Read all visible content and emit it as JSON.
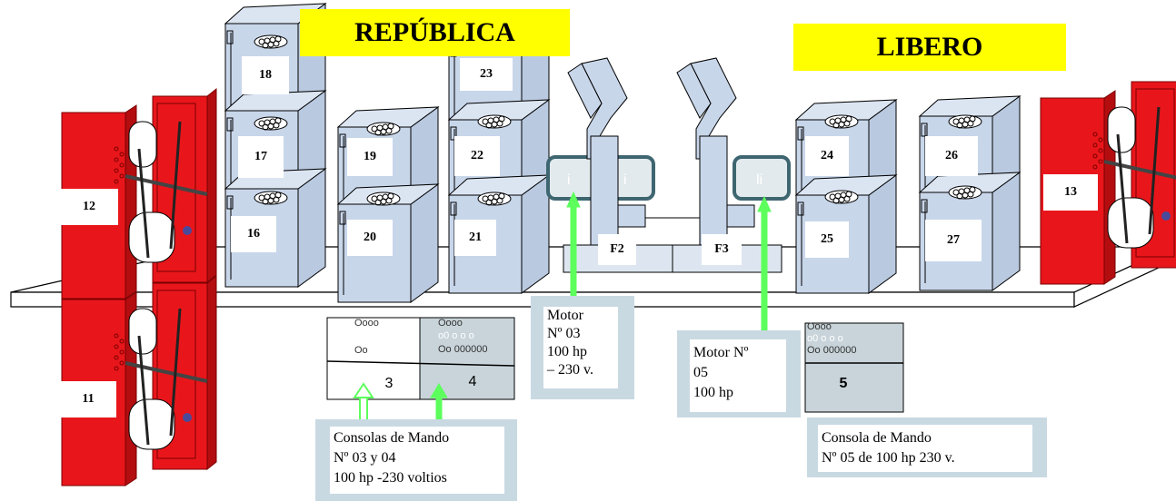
{
  "banners": {
    "left": "REPÚBLICA",
    "right": "LIBERO"
  },
  "units": [
    "11",
    "12",
    "13",
    "16",
    "17",
    "18",
    "19",
    "20",
    "21",
    "22",
    "23",
    "24",
    "25",
    "26",
    "27"
  ],
  "frames": {
    "f2": "F2",
    "f3": "F3"
  },
  "indicators": {
    "i1": "i",
    "i2": "i",
    "i3": "li"
  },
  "consoles": {
    "c3": {
      "num": "3",
      "top": "Oooo",
      "bottom": "Oo"
    },
    "c4": {
      "num": "4",
      "top": "Oooo",
      "mid": "o0  o  o  o",
      "bottom": "Oo  000000"
    },
    "c5": {
      "num": "5",
      "top": "Oooo",
      "mid": "o0  o  o  o",
      "bottom": "Oo  000000"
    }
  },
  "notes": {
    "motor03": [
      "Motor",
      "Nº  03",
      "100 hp",
      "– 230 v."
    ],
    "motor05": [
      "Motor Nº",
      "05",
      "100 hp"
    ],
    "consolas34": [
      "Consolas de Mando",
      "Nº 03  y 04",
      "100 hp -230 voltios"
    ],
    "consola5": [
      "Consola de Mando",
      "Nº 05 de 100 hp 230 v."
    ]
  },
  "colors": {
    "banner": "#ffff00",
    "machine_red": "#e8161b",
    "machine_blue": "#c8d6ea",
    "arrow_green": "#5cff5c",
    "note_frame": "#c9d9e2",
    "console_grey": "#c8d4da"
  }
}
